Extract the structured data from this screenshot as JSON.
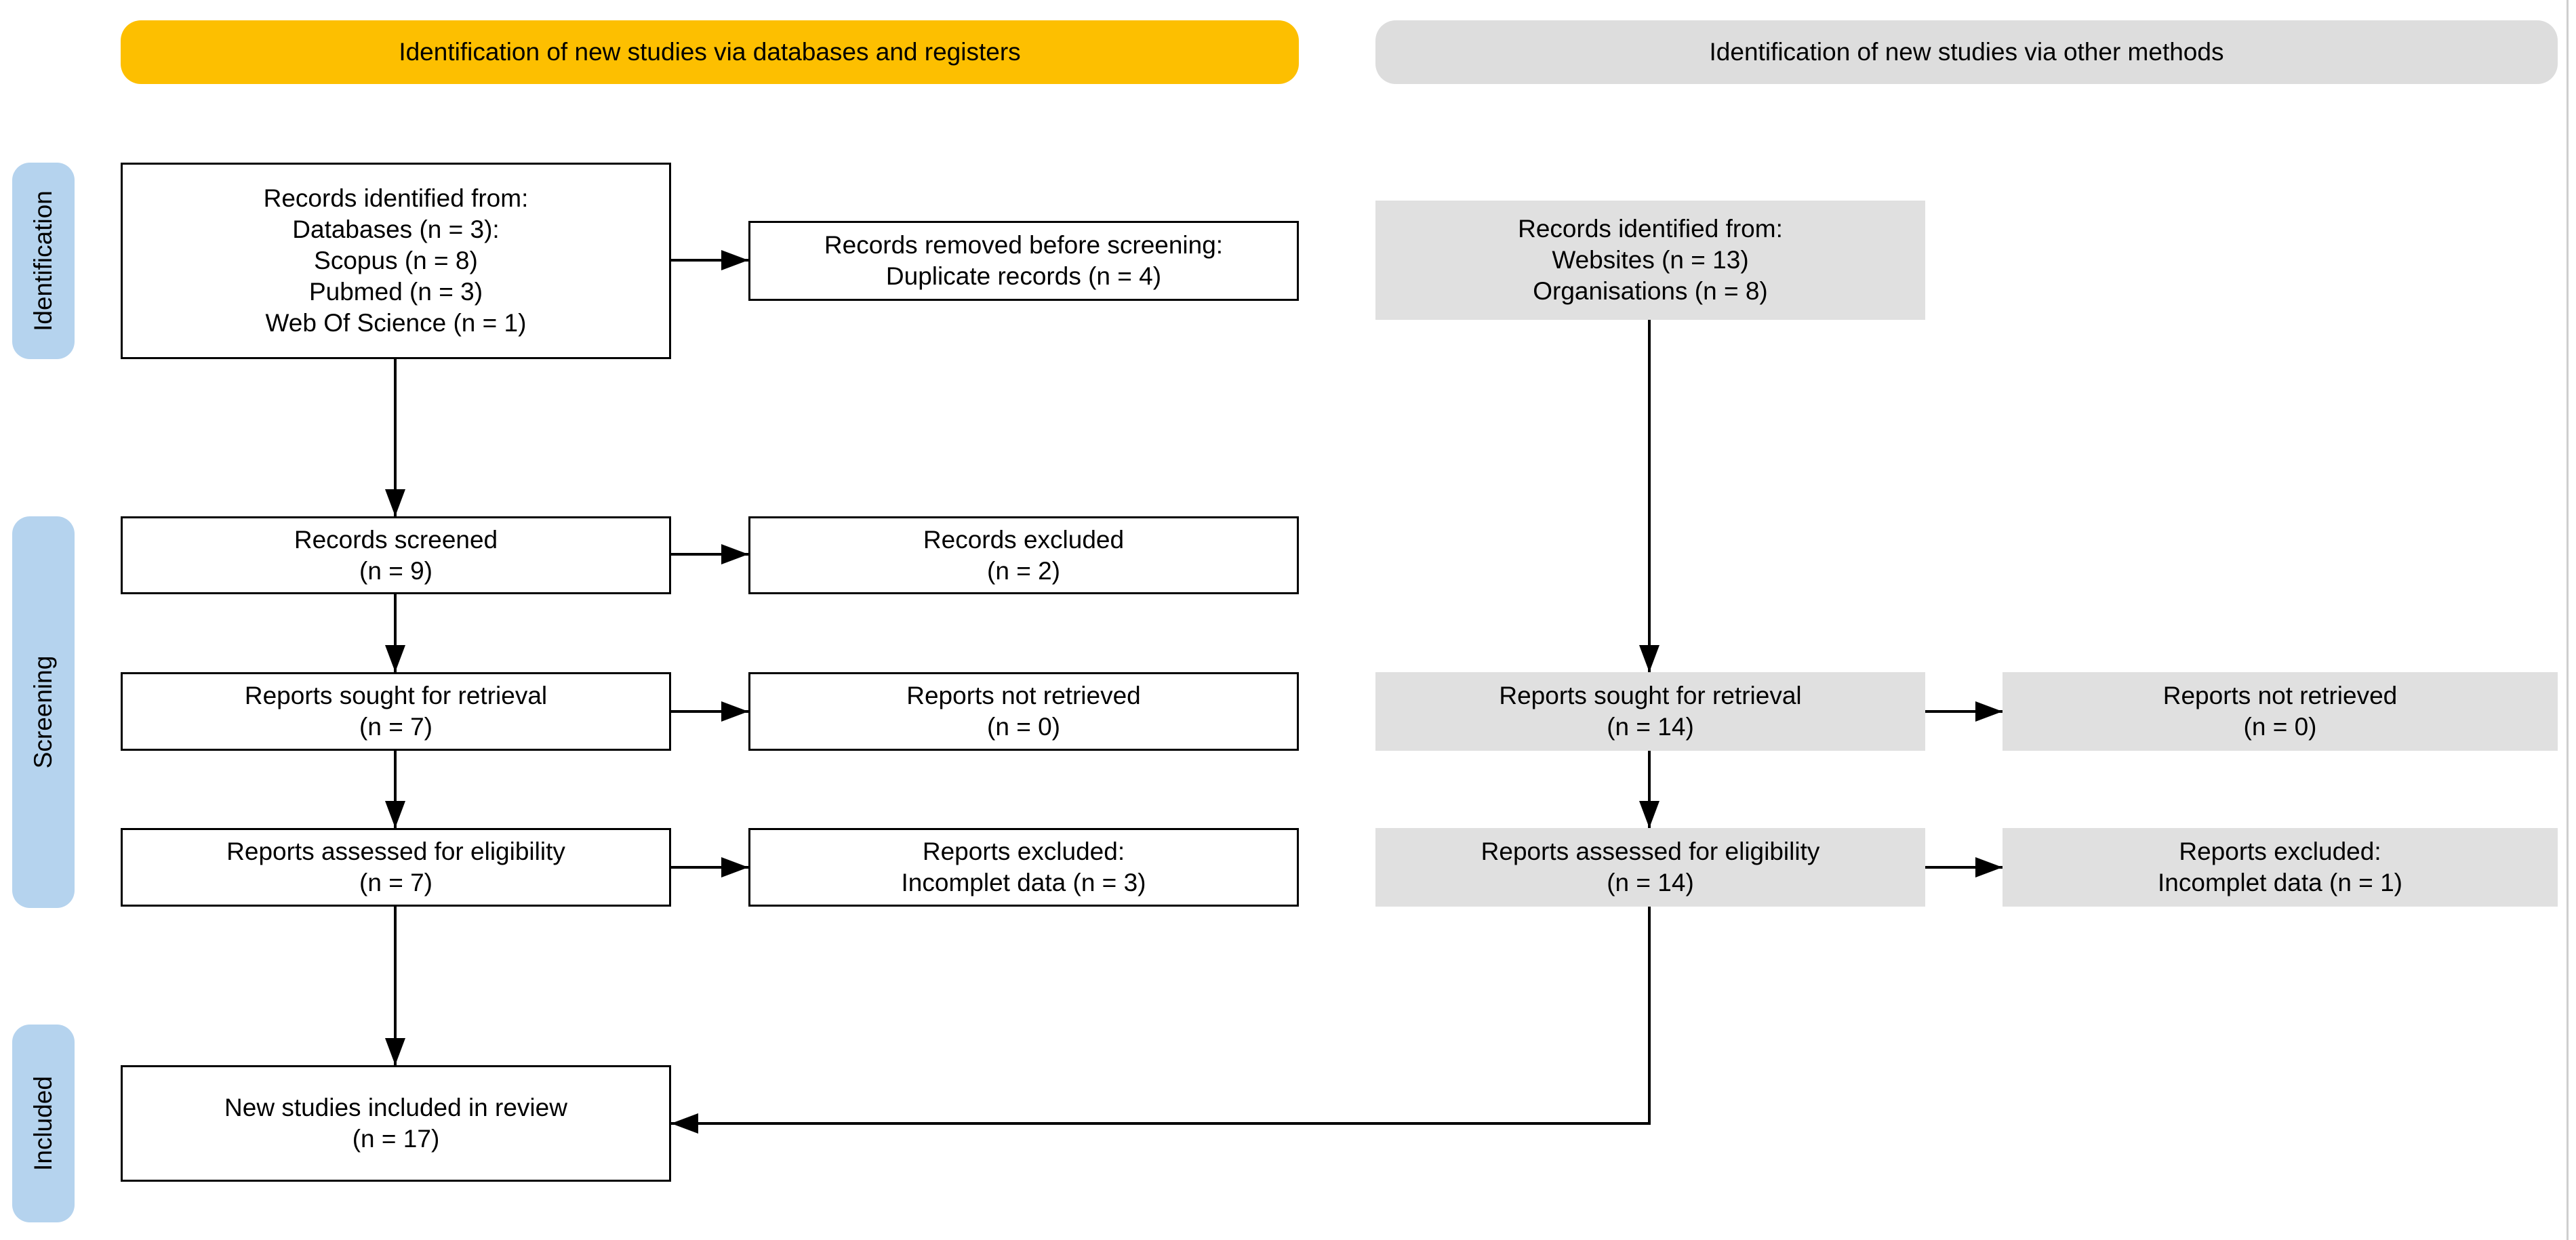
{
  "headers": {
    "databases": "Identification of new studies via databases and registers",
    "other": "Identification of new studies via other methods"
  },
  "stages": {
    "identification": "Identification",
    "screening": "Screening",
    "included": "Included"
  },
  "colors": {
    "header_databases": "#fdbf00",
    "header_other": "#dddddd",
    "stage_label": "#b5d3ee",
    "grey_box": "#e0e0e0"
  },
  "boxes": {
    "records_identified_db": [
      "Records identified from:",
      "Databases (n = 3):",
      "Scopus (n = 8)",
      "Pubmed (n = 3)",
      "Web Of Science (n = 1)"
    ],
    "records_removed": [
      "Records removed before screening:",
      "Duplicate records (n = 4)"
    ],
    "records_screened": [
      "Records screened",
      "(n = 9)"
    ],
    "records_excluded": [
      "Records excluded",
      "(n = 2)"
    ],
    "reports_sought_db": [
      "Reports sought for retrieval",
      "(n = 7)"
    ],
    "reports_not_retrieved_db": [
      "Reports not retrieved",
      "(n = 0)"
    ],
    "reports_assessed_db": [
      "Reports assessed for eligibility",
      "(n = 7)"
    ],
    "reports_excluded_db": [
      "Reports excluded:",
      "Incomplet data (n = 3)"
    ],
    "new_studies_included": [
      "New studies included in review",
      "(n = 17)"
    ],
    "records_identified_other": [
      "Records identified from:",
      "Websites (n = 13)",
      "Organisations (n = 8)"
    ],
    "reports_sought_other": [
      "Reports sought for retrieval",
      "(n = 14)"
    ],
    "reports_not_retrieved_other": [
      "Reports not retrieved",
      "(n = 0)"
    ],
    "reports_assessed_other": [
      "Reports assessed for eligibility",
      "(n = 14)"
    ],
    "reports_excluded_other": [
      "Reports excluded:",
      "Incomplet data (n = 1)"
    ]
  }
}
